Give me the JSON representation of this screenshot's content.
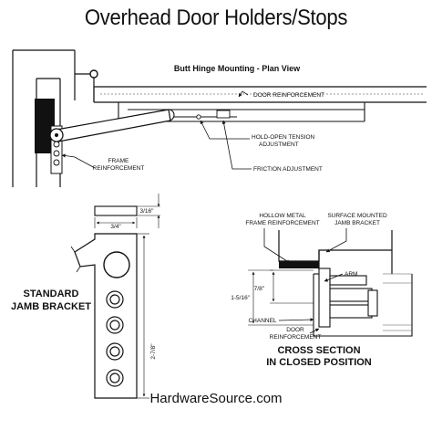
{
  "title": "Overhead Door Holders/Stops",
  "plan_view": {
    "heading": "Butt Hinge Mounting - Plan View",
    "door_reinforcement": "DOOR REINFORCEMENT",
    "hold_open_line1": "HOLD-OPEN TENSION",
    "hold_open_line2": "ADJUSTMENT",
    "friction_adjustment": "FRICTION ADJUSTMENT",
    "frame_reinforcement_line1": "FRAME",
    "frame_reinforcement_line2": "REINFORCEMENT"
  },
  "jamb_bracket": {
    "label_line1": "STANDARD",
    "label_line2": "JAMB BRACKET",
    "dim_thickness": "3/16\"",
    "dim_width": "3/4\"",
    "dim_height": "2-7/8\""
  },
  "cross_section": {
    "hollow_metal_line1": "HOLLOW METAL",
    "hollow_metal_line2": "FRAME REINFORCEMENT",
    "surface_mounted_line1": "SURFACE MOUNTED",
    "surface_mounted_line2": "JAMB BRACKET",
    "arm": "ARM",
    "dim_7_8": "7/8\"",
    "dim_1_5_16": "1-5/16\"",
    "channel": "CHANNEL",
    "door_reinforcement_line1": "DOOR",
    "door_reinforcement_line2": "REINFORCEMENT",
    "caption_line1": "CROSS SECTION",
    "caption_line2": "IN CLOSED POSITION"
  },
  "footer": "HardwareSource.com"
}
